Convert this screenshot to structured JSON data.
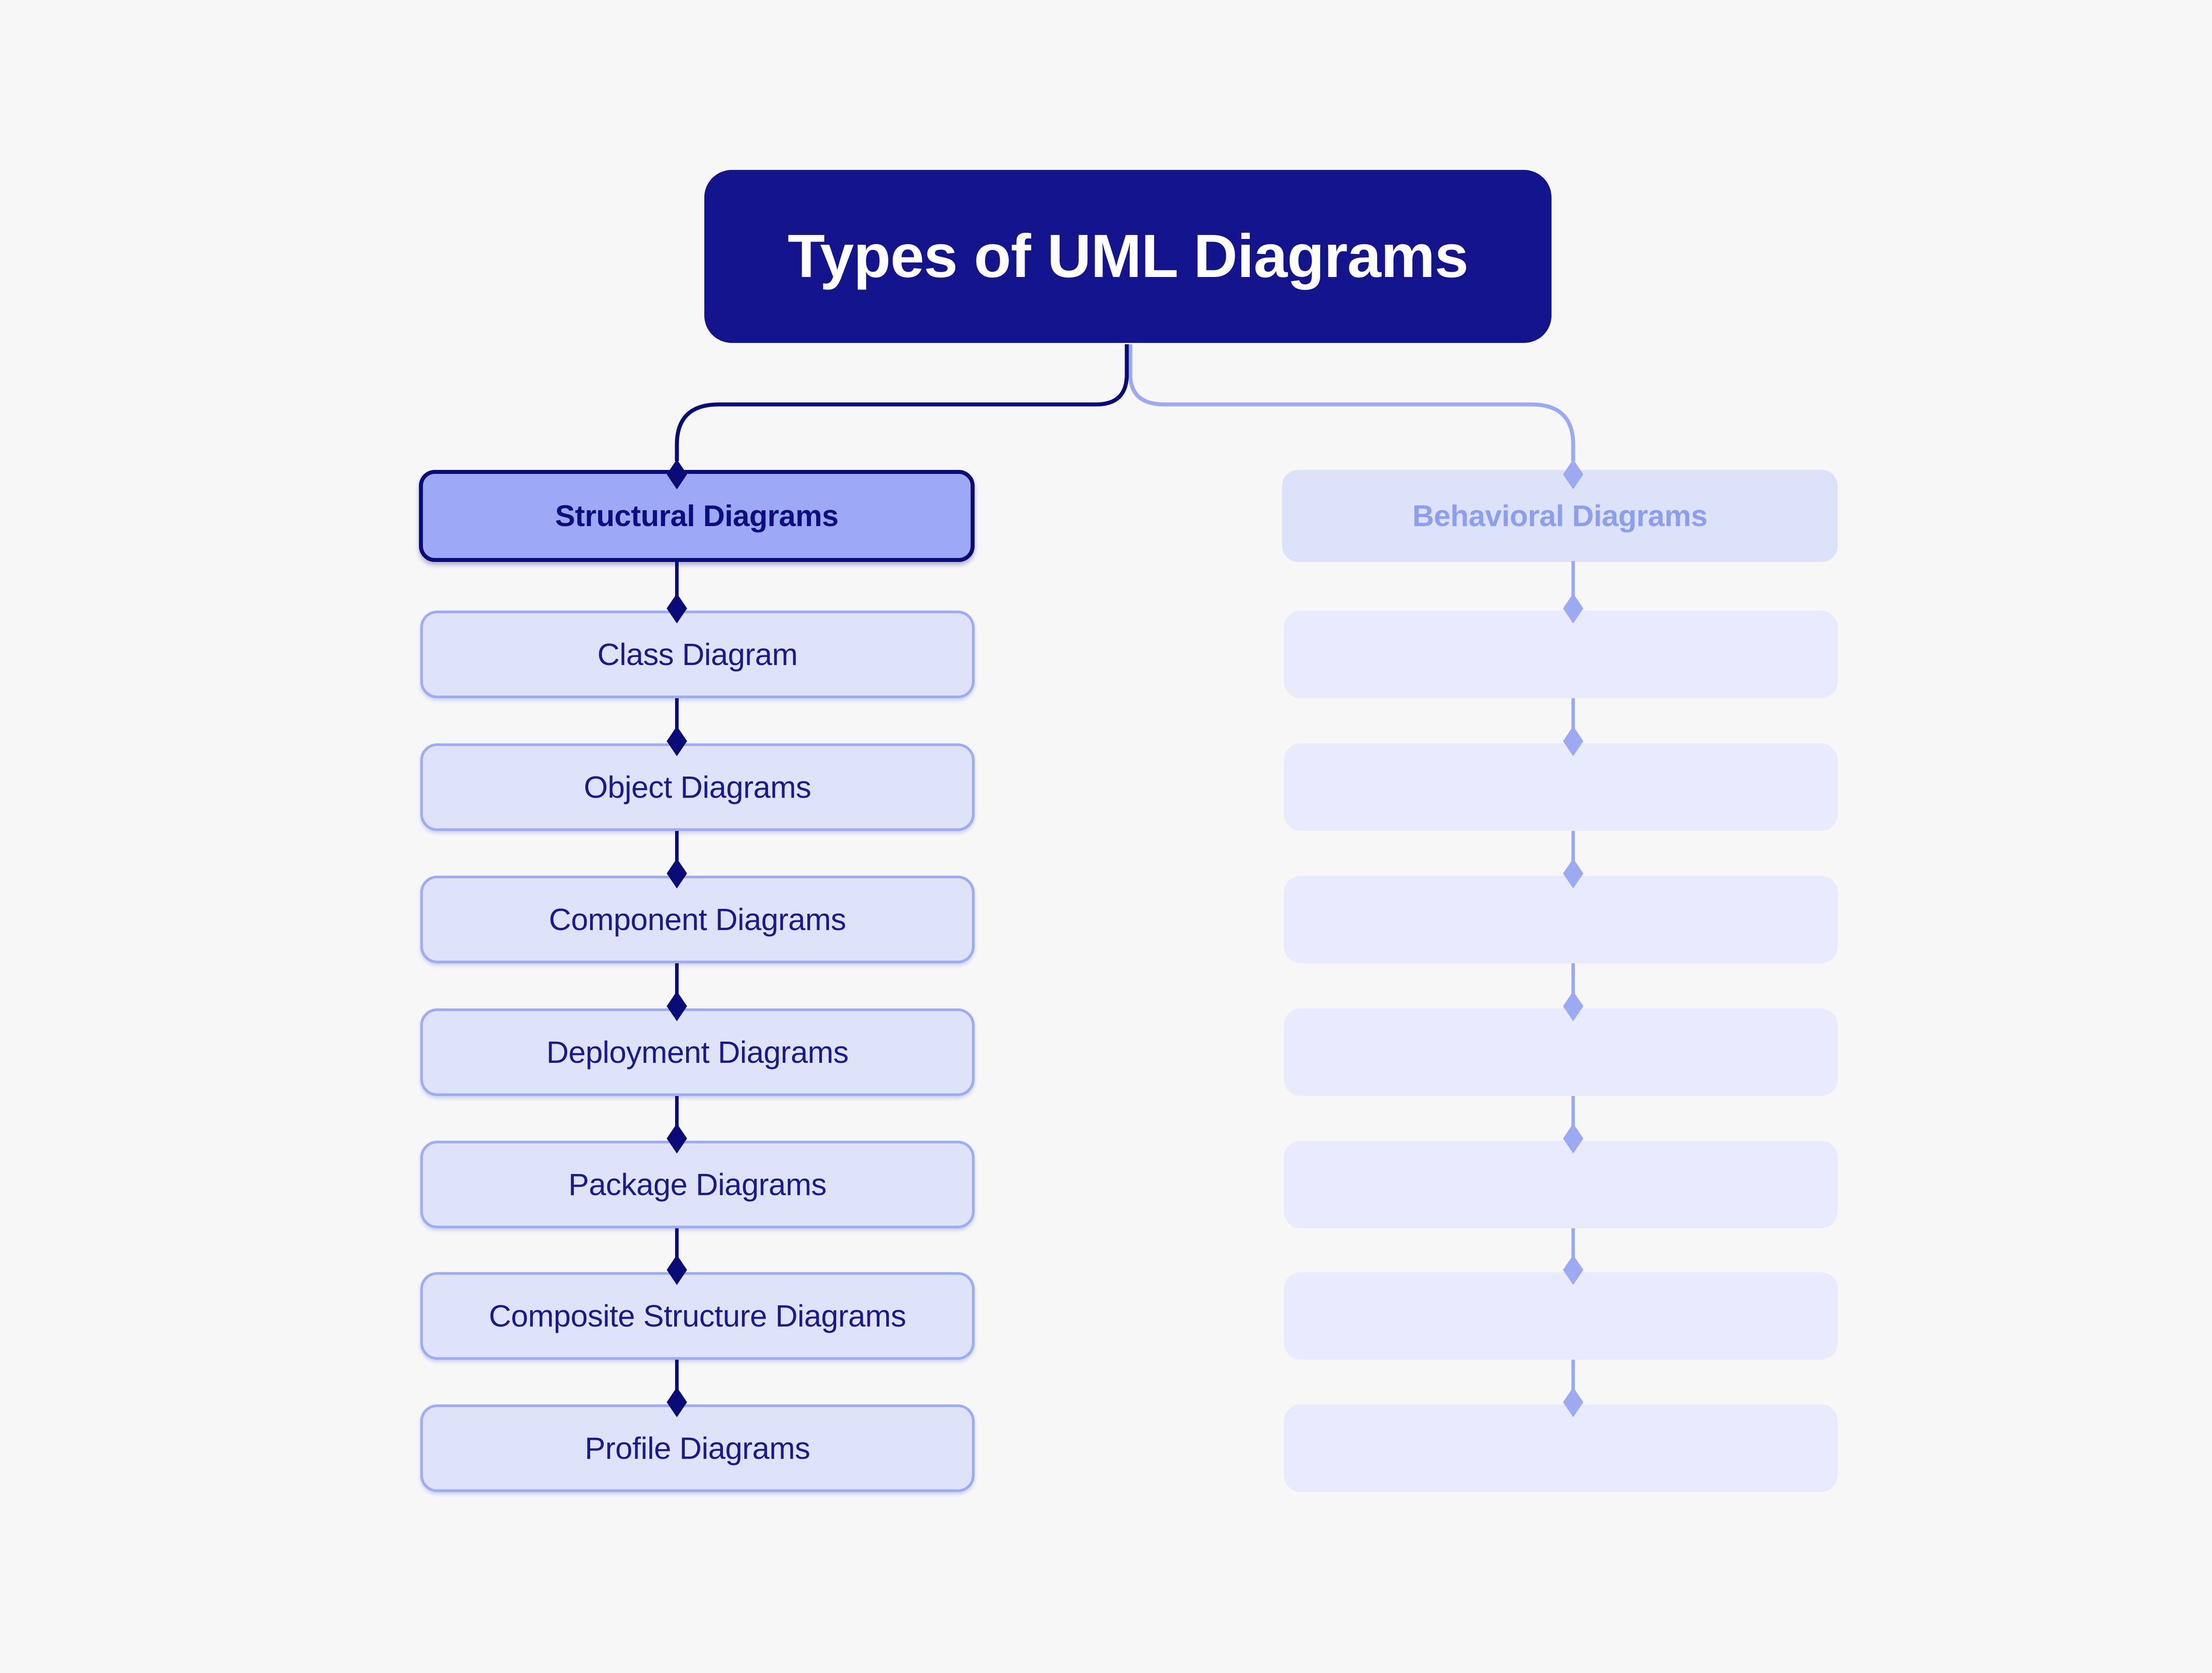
{
  "title": {
    "label": "Types of UML Diagrams"
  },
  "columns": {
    "structural": {
      "header": "Structural Diagrams",
      "items": [
        "Class Diagram",
        "Object Diagrams",
        "Component Diagrams",
        "Deployment Diagrams",
        "Package Diagrams",
        "Composite Structure Diagrams",
        "Profile Diagrams"
      ]
    },
    "behavioral": {
      "header": "Behavioral Diagrams",
      "items": [
        "",
        "",
        "",
        "",
        "",
        "",
        ""
      ]
    }
  },
  "colors": {
    "background": "#F7F7F8",
    "navy": "#0B0B78",
    "title-bg": "#14148C",
    "title-text": "#FFFFFF",
    "structural-header-bg": "#9BA9F7",
    "structural-header-text": "#0D0D80",
    "item-bg": "#DEE3FB",
    "item-border": "#9DACF4",
    "item-text": "#1A1A8A",
    "behavioral-header-bg": "#DCE2FA",
    "behavioral-header-text": "#8E9EEF",
    "behavioral-item-bg": "#E7EBFC",
    "periwinkle": "#9BAAF3"
  }
}
